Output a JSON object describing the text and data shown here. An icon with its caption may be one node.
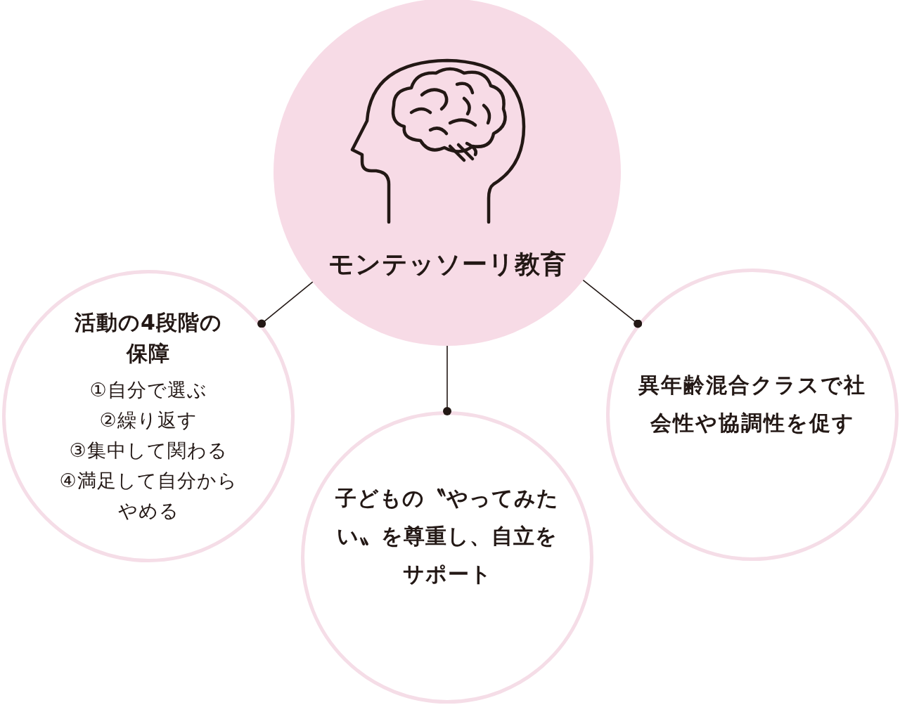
{
  "diagram": {
    "nodes": [
      {
        "text": [
          "モンテッソーリ教育"
        ]
      },
      {
        "text": [
          "活動の4段階の保障",
          "①自分で選ぶ",
          "②繰り返す",
          "③集中して関わる",
          "④満足して自分からやめる"
        ]
      },
      {
        "text": [
          "子どもの〝やってみたい〟を尊重し、自立をサポート"
        ]
      },
      {
        "text": [
          "異年齢混合クラスで社会性や協調性を促す"
        ]
      }
    ],
    "edges": [
      {
        "from": 0,
        "to": 1,
        "arrow": "other"
      },
      {
        "from": 0,
        "to": 2,
        "arrow": "other"
      },
      {
        "from": 0,
        "to": 3,
        "arrow": "other"
      }
    ]
  }
}
